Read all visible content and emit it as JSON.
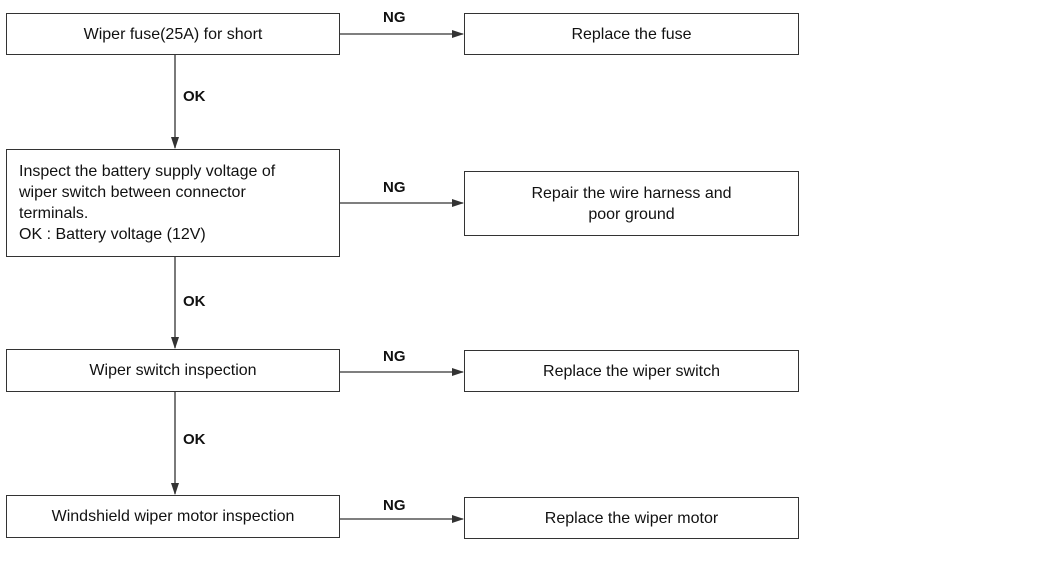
{
  "nodes": {
    "step1": "Wiper fuse(25A) for short",
    "step2": "Inspect the battery supply voltage of\nwiper switch between connector\nterminals.\nOK : Battery voltage (12V)",
    "step3": "Wiper switch inspection",
    "step4": "Windshield wiper motor inspection",
    "action1": "Replace the fuse",
    "action2": "Repair the wire harness and\npoor ground",
    "action3": "Replace the wiper switch",
    "action4": "Replace the wiper motor"
  },
  "edges": {
    "ok1": "OK",
    "ok2": "OK",
    "ok3": "OK",
    "ng1": "NG",
    "ng2": "NG",
    "ng3": "NG",
    "ng4": "NG"
  },
  "colors": {
    "line": "#333333",
    "text": "#111111"
  }
}
